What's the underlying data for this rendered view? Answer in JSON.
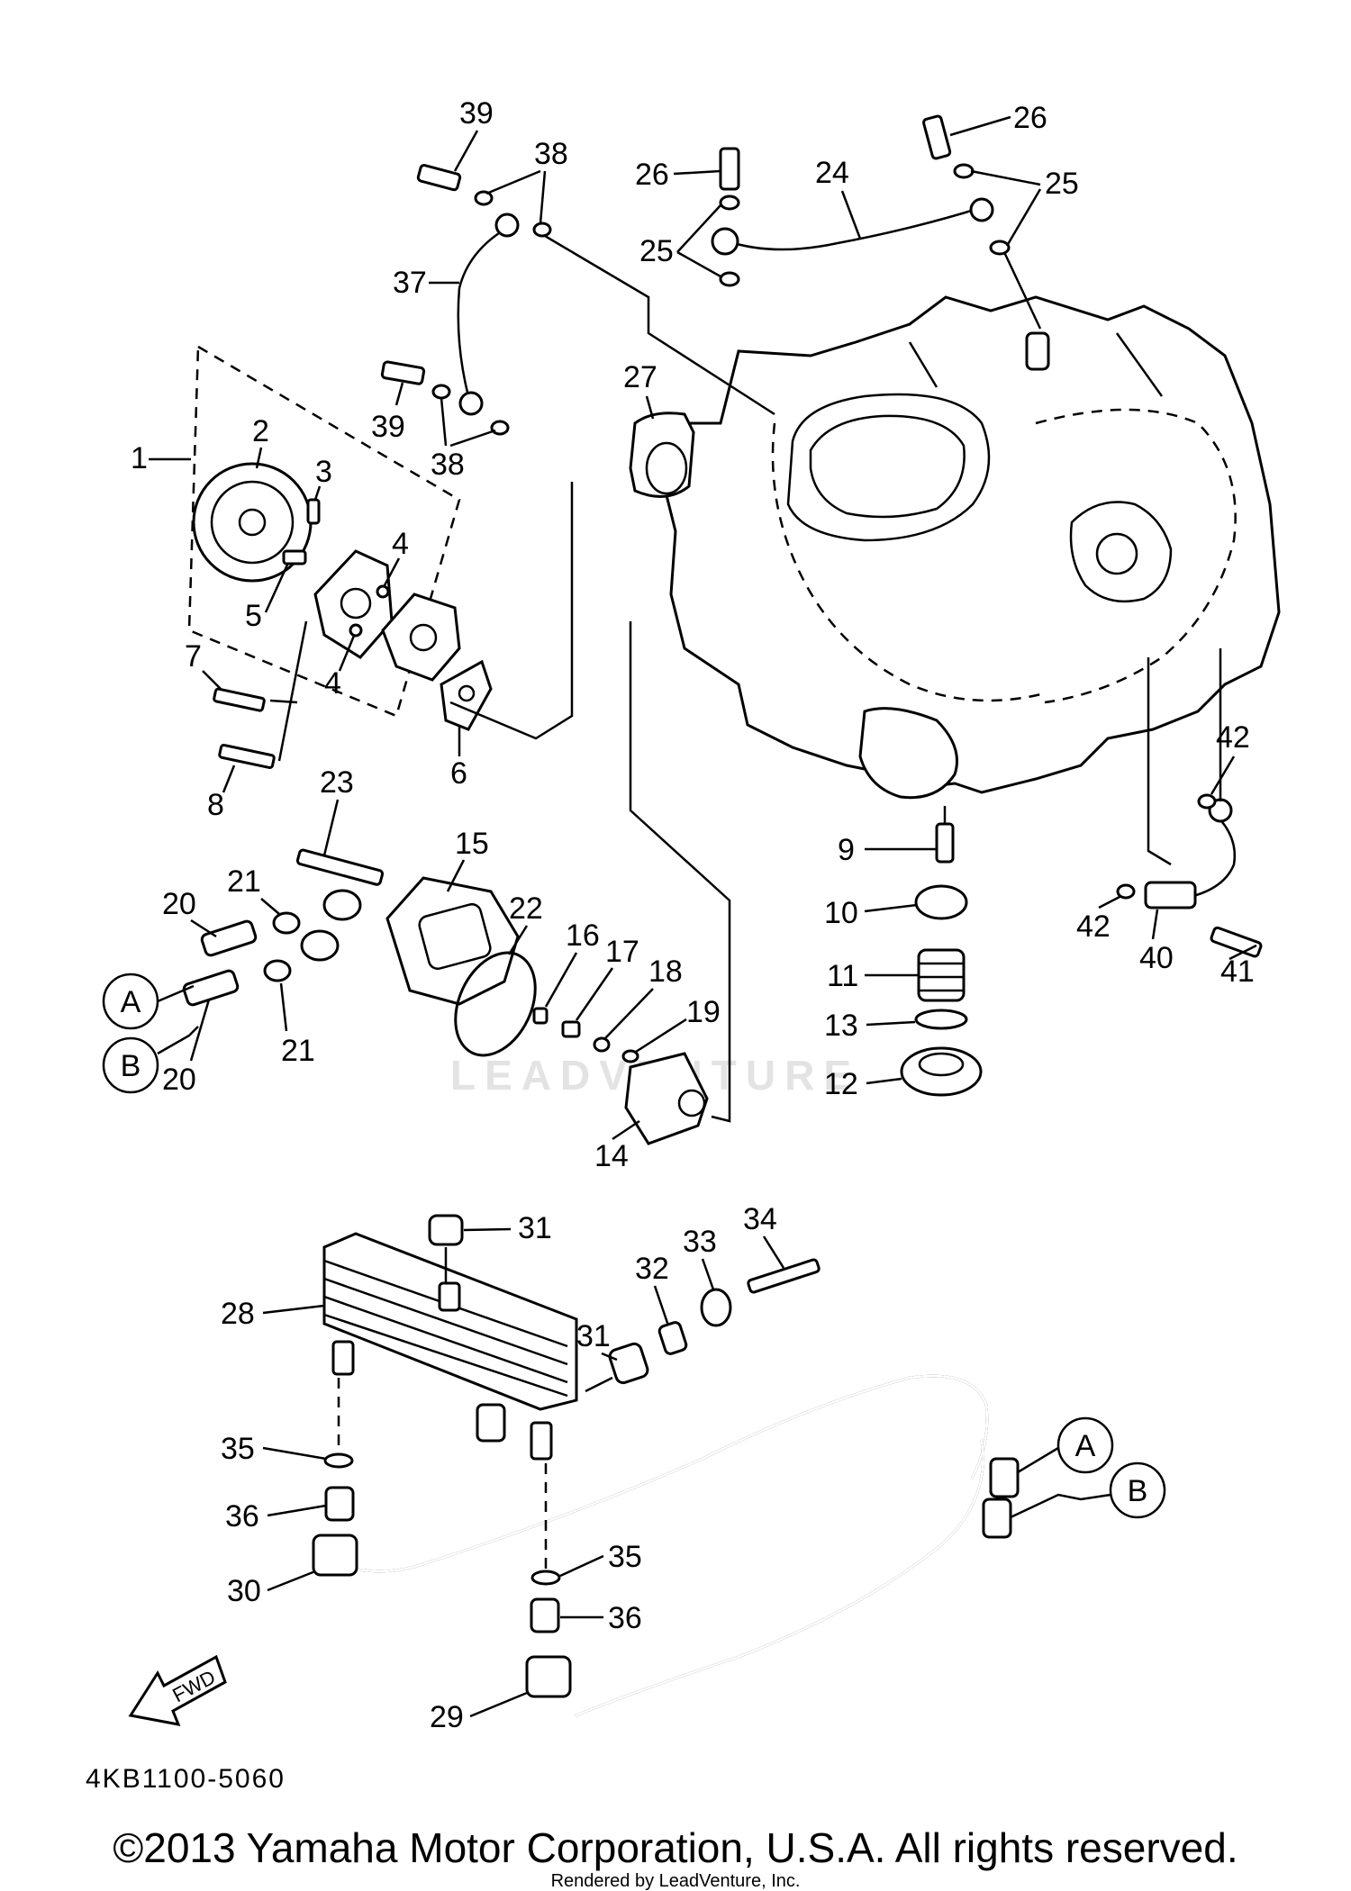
{
  "diagram_code": "4KB1100-5060",
  "fwd_label": "FWD",
  "watermark": "LEADVENTURE",
  "copyright": "©2013 Yamaha Motor Corporation, U.S.A. All rights reserved.",
  "rendered_by": "Rendered by LeadVenture, Inc.",
  "connector_labels": {
    "a": "A",
    "b": "B"
  },
  "callouts": {
    "c1": "1",
    "c2": "2",
    "c3": "3",
    "c4a": "4",
    "c4b": "4",
    "c5": "5",
    "c6": "6",
    "c7": "7",
    "c8": "8",
    "c9": "9",
    "c10": "10",
    "c11": "11",
    "c12": "12",
    "c13": "13",
    "c14": "14",
    "c15": "15",
    "c16": "16",
    "c17": "17",
    "c18": "18",
    "c19": "19",
    "c20a": "20",
    "c20b": "20",
    "c21a": "21",
    "c21b": "21",
    "c22": "22",
    "c23": "23",
    "c24": "24",
    "c25a": "25",
    "c25b": "25",
    "c26a": "26",
    "c26b": "26",
    "c27": "27",
    "c28": "28",
    "c29": "29",
    "c30": "30",
    "c31a": "31",
    "c31b": "31",
    "c32": "32",
    "c33": "33",
    "c34": "34",
    "c35a": "35",
    "c35b": "35",
    "c36a": "36",
    "c36b": "36",
    "c37": "37",
    "c38a": "38",
    "c38b": "38",
    "c39a": "39",
    "c39b": "39",
    "c40": "40",
    "c41": "41",
    "c42a": "42",
    "c42b": "42"
  }
}
